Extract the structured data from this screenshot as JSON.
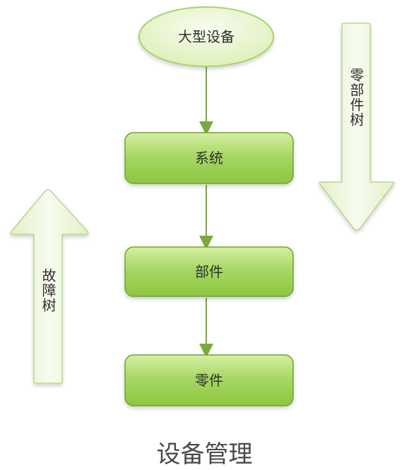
{
  "nodes": {
    "root": "大型设备",
    "system": "系统",
    "component": "部件",
    "part": "零件"
  },
  "arrows": {
    "down_label": "零部件树",
    "up_label": "故障树"
  },
  "caption": "设备管理",
  "colors": {
    "box_fill_top": "#c9ea8f",
    "box_fill_bottom": "#8cc63f",
    "box_stroke": "#6fa52c",
    "ellipse_fill": "#e9f5cf",
    "arrow_fill": "#eef7dd",
    "connector": "#7aa83a",
    "text": "#2f2f2f"
  }
}
